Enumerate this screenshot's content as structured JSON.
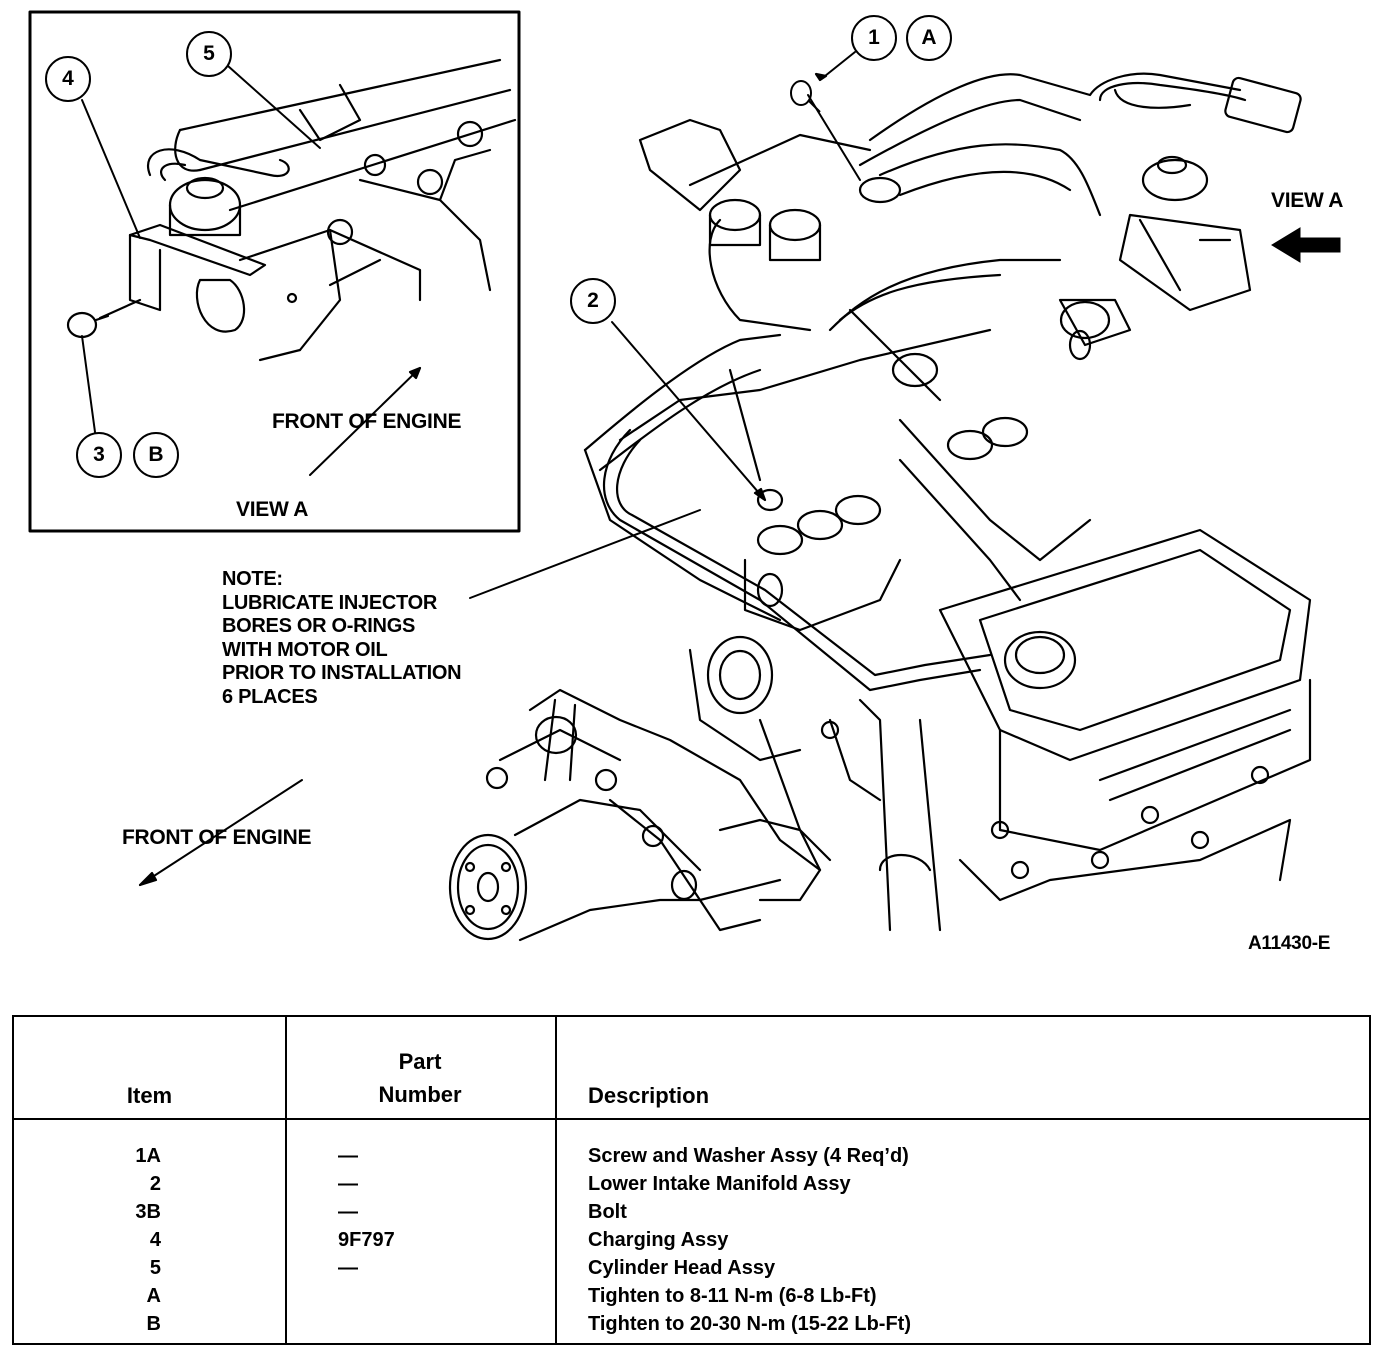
{
  "figure_id": "A11430-E",
  "view_a": {
    "title": "VIEW A",
    "front_label": "FRONT OF ENGINE",
    "callouts": [
      "4",
      "5",
      "3",
      "B"
    ]
  },
  "main_view": {
    "callouts": [
      "1",
      "A",
      "2"
    ],
    "view_a_pointer": "VIEW A",
    "front_label": "FRONT OF ENGINE",
    "note_lines": [
      "NOTE:",
      "LUBRICATE INJECTOR",
      "BORES OR O-RINGS",
      "WITH MOTOR OIL",
      "PRIOR TO INSTALLATION",
      "6 PLACES"
    ]
  },
  "table": {
    "headers": {
      "item": "Item",
      "part_line1": "Part",
      "part_line2": "Number",
      "description": "Description"
    },
    "rows": [
      {
        "item": "1A",
        "part": "—",
        "description": "Screw and Washer Assy (4 Req’d)"
      },
      {
        "item": "2",
        "part": "—",
        "description": "Lower Intake Manifold Assy"
      },
      {
        "item": "3B",
        "part": "—",
        "description": "Bolt"
      },
      {
        "item": "4",
        "part": "9F797",
        "description": "Charging Assy"
      },
      {
        "item": "5",
        "part": "—",
        "description": "Cylinder Head Assy"
      },
      {
        "item": "A",
        "part": "",
        "description": "Tighten to 8-11 N-m (6-8 Lb-Ft)"
      },
      {
        "item": "B",
        "part": "",
        "description": "Tighten to 20-30 N-m (15-22 Lb-Ft)"
      }
    ]
  }
}
